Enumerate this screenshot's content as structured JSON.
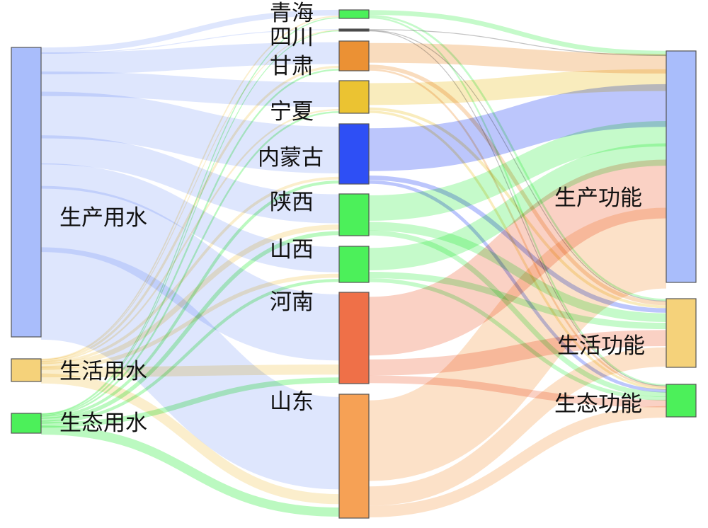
{
  "colors": {
    "source_production": "#a9bdfb",
    "source_domestic": "#f5d27a",
    "source_ecological": "#4cf05a",
    "region_qinghai": "#4cf05a",
    "region_sichuan": "#444444",
    "region_gansu": "#eb9134",
    "region_ningxia": "#ebc332",
    "region_neimenggu": "#2e4ff5",
    "region_shaanxi": "#4cf05a",
    "region_shanxi": "#4cf05a",
    "region_henan": "#ef7048",
    "region_shandong": "#f6a155",
    "target_production": "#a9bdfb",
    "target_domestic": "#f5d27a",
    "target_ecological": "#4cf05a"
  },
  "chart_data": {
    "type": "sankey",
    "sources": [
      {
        "id": "production_water",
        "label": "生产用水"
      },
      {
        "id": "domestic_water",
        "label": "生活用水"
      },
      {
        "id": "ecological_water",
        "label": "生态用水"
      }
    ],
    "regions": [
      {
        "id": "qinghai",
        "label": "青海"
      },
      {
        "id": "sichuan",
        "label": "四川"
      },
      {
        "id": "gansu",
        "label": "甘肃"
      },
      {
        "id": "ningxia",
        "label": "宁夏"
      },
      {
        "id": "neimenggu",
        "label": "内蒙古"
      },
      {
        "id": "shaanxi",
        "label": "陕西"
      },
      {
        "id": "shanxi",
        "label": "山西"
      },
      {
        "id": "henan",
        "label": "河南"
      },
      {
        "id": "shandong",
        "label": "山东"
      }
    ],
    "targets": [
      {
        "id": "production_function",
        "label": "生产功能"
      },
      {
        "id": "domestic_function",
        "label": "生活功能"
      },
      {
        "id": "ecological_function",
        "label": "生态功能"
      }
    ],
    "inflows": [
      {
        "source": "production_water",
        "region": "qinghai",
        "value": 1.3
      },
      {
        "source": "domestic_water",
        "region": "qinghai",
        "value": 0.4
      },
      {
        "source": "ecological_water",
        "region": "qinghai",
        "value": 0.3
      },
      {
        "source": "production_water",
        "region": "sichuan",
        "value": 0.1
      },
      {
        "source": "domestic_water",
        "region": "sichuan",
        "value": 0.05
      },
      {
        "source": "ecological_water",
        "region": "sichuan",
        "value": 0.05
      },
      {
        "source": "production_water",
        "region": "gansu",
        "value": 4.4
      },
      {
        "source": "domestic_water",
        "region": "gansu",
        "value": 0.6
      },
      {
        "source": "ecological_water",
        "region": "gansu",
        "value": 0.4
      },
      {
        "source": "production_water",
        "region": "ningxia",
        "value": 4.8
      },
      {
        "source": "domestic_water",
        "region": "ningxia",
        "value": 0.4
      },
      {
        "source": "ecological_water",
        "region": "ningxia",
        "value": 0.4
      },
      {
        "source": "production_water",
        "region": "neimenggu",
        "value": 9.3
      },
      {
        "source": "domestic_water",
        "region": "neimenggu",
        "value": 0.7
      },
      {
        "source": "ecological_water",
        "region": "neimenggu",
        "value": 0.7
      },
      {
        "source": "production_water",
        "region": "shaanxi",
        "value": 6.4
      },
      {
        "source": "domestic_water",
        "region": "shaanxi",
        "value": 1.5
      },
      {
        "source": "ecological_water",
        "region": "shaanxi",
        "value": 1.1
      },
      {
        "source": "production_water",
        "region": "shanxi",
        "value": 5.4
      },
      {
        "source": "domestic_water",
        "region": "shanxi",
        "value": 1.1
      },
      {
        "source": "ecological_water",
        "region": "shanxi",
        "value": 0.8
      },
      {
        "source": "production_water",
        "region": "henan",
        "value": 14.0
      },
      {
        "source": "domestic_water",
        "region": "henan",
        "value": 2.8
      },
      {
        "source": "ecological_water",
        "region": "henan",
        "value": 1.4
      },
      {
        "source": "production_water",
        "region": "shandong",
        "value": 19.6
      },
      {
        "source": "domestic_water",
        "region": "shandong",
        "value": 2.8
      },
      {
        "source": "ecological_water",
        "region": "shandong",
        "value": 2.4
      }
    ],
    "outflows": [
      {
        "region": "qinghai",
        "target": "production_function",
        "value": 1.2
      },
      {
        "region": "qinghai",
        "target": "domestic_function",
        "value": 0.4
      },
      {
        "region": "qinghai",
        "target": "ecological_function",
        "value": 0.4
      },
      {
        "region": "sichuan",
        "target": "production_function",
        "value": 0.1
      },
      {
        "region": "sichuan",
        "target": "domestic_function",
        "value": 0.05
      },
      {
        "region": "sichuan",
        "target": "ecological_function",
        "value": 0.05
      },
      {
        "region": "gansu",
        "target": "production_function",
        "value": 4.3
      },
      {
        "region": "gansu",
        "target": "domestic_function",
        "value": 0.7
      },
      {
        "region": "gansu",
        "target": "ecological_function",
        "value": 0.4
      },
      {
        "region": "ningxia",
        "target": "production_function",
        "value": 4.6
      },
      {
        "region": "ningxia",
        "target": "domestic_function",
        "value": 0.5
      },
      {
        "region": "ningxia",
        "target": "ecological_function",
        "value": 0.5
      },
      {
        "region": "neimenggu",
        "target": "production_function",
        "value": 9.2
      },
      {
        "region": "neimenggu",
        "target": "domestic_function",
        "value": 0.8
      },
      {
        "region": "neimenggu",
        "target": "ecological_function",
        "value": 0.7
      },
      {
        "region": "shaanxi",
        "target": "production_function",
        "value": 6.1
      },
      {
        "region": "shaanxi",
        "target": "domestic_function",
        "value": 1.7
      },
      {
        "region": "shaanxi",
        "target": "ecological_function",
        "value": 1.2
      },
      {
        "region": "shanxi",
        "target": "production_function",
        "value": 5.2
      },
      {
        "region": "shanxi",
        "target": "domestic_function",
        "value": 1.2
      },
      {
        "region": "shanxi",
        "target": "ecological_function",
        "value": 0.9
      },
      {
        "region": "henan",
        "target": "production_function",
        "value": 13.5
      },
      {
        "region": "henan",
        "target": "domestic_function",
        "value": 3.0
      },
      {
        "region": "henan",
        "target": "ecological_function",
        "value": 1.7
      },
      {
        "region": "shandong",
        "target": "production_function",
        "value": 18.6
      },
      {
        "region": "shandong",
        "target": "domestic_function",
        "value": 3.6
      },
      {
        "region": "shandong",
        "target": "ecological_function",
        "value": 2.6
      }
    ]
  }
}
